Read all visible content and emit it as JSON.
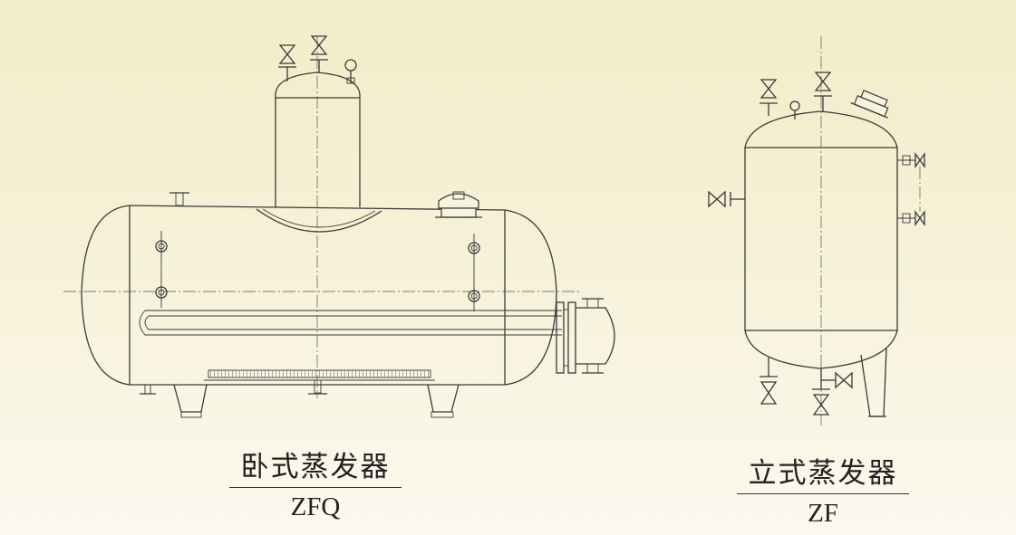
{
  "horizontal_evaporator": {
    "name_zh": "卧式蒸发器",
    "model": "ZFQ"
  },
  "vertical_evaporator": {
    "name_zh": "立式蒸发器",
    "model": "ZF"
  }
}
